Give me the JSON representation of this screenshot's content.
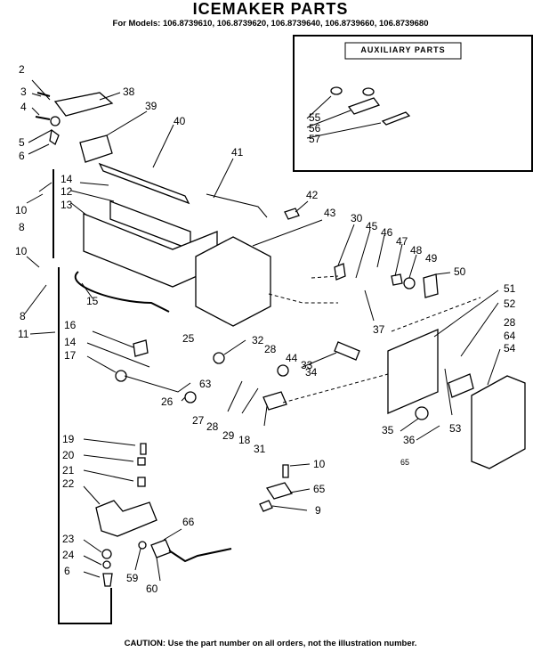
{
  "header": {
    "title": "ICEMAKER PARTS",
    "models": "For Models: 106.8739610, 106.8739620, 106.8739640, 106.8739660, 106.8739680"
  },
  "auxiliary_box": {
    "title": "AUXILIARY PARTS"
  },
  "callouts": {
    "c2": "2",
    "c3": "3",
    "c4": "4",
    "c5": "5",
    "c6a": "6",
    "c38": "38",
    "c39": "39",
    "c40": "40",
    "c41": "41",
    "c42": "42",
    "c14a": "14",
    "c12": "12",
    "c13": "13",
    "c10a": "10",
    "c8a": "8",
    "c10b": "10",
    "c8b": "8",
    "c11": "11",
    "c15": "15",
    "c16": "16",
    "c14b": "14",
    "c17": "17",
    "c25": "25",
    "c32": "32",
    "c28a": "28",
    "c44": "44",
    "c33": "33",
    "c34": "34",
    "c63": "63",
    "c26": "26",
    "c27": "27",
    "c28b": "28",
    "c29": "29",
    "c18": "18",
    "c31": "31",
    "c43": "43",
    "c30": "30",
    "c45": "45",
    "c46": "46",
    "c47": "47",
    "c48": "48",
    "c49": "49",
    "c50": "50",
    "c37": "37",
    "c51": "51",
    "c52": "52",
    "c28c": "28",
    "c64": "64",
    "c54": "54",
    "c53": "53",
    "c35": "35",
    "c36": "36",
    "c55": "55",
    "c56": "56",
    "c57": "57",
    "c19": "19",
    "c20": "20",
    "c21": "21",
    "c22": "22",
    "c23": "23",
    "c24": "24",
    "c6b": "6",
    "c59": "59",
    "c60": "60",
    "c66": "66",
    "c10c": "10",
    "c65": "65",
    "c9": "9",
    "c65small": "65"
  },
  "footer": {
    "caution": "CAUTION: Use the part number on all orders, not the illustration number."
  }
}
